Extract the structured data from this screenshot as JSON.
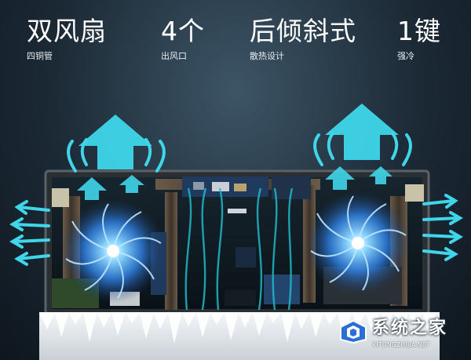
{
  "features": [
    {
      "title": "双风扇",
      "subtitle": "四铜管"
    },
    {
      "title": "4个",
      "subtitle": "出风口"
    },
    {
      "title": "后倾斜式",
      "subtitle": "散热设计"
    },
    {
      "title": "1键",
      "subtitle": "强冷"
    }
  ],
  "watermark": {
    "name": "系统之家",
    "url": "XITONGZHIJIA.NET"
  },
  "colors": {
    "airflow": "#3fd6ea",
    "fan_glow": "#5fb8ff",
    "board": "#0d1a22",
    "ice": "#dfe4e8"
  },
  "icons": [
    "airflow-arrow",
    "cooling-fan",
    "ice-icicles",
    "logo-mark"
  ]
}
